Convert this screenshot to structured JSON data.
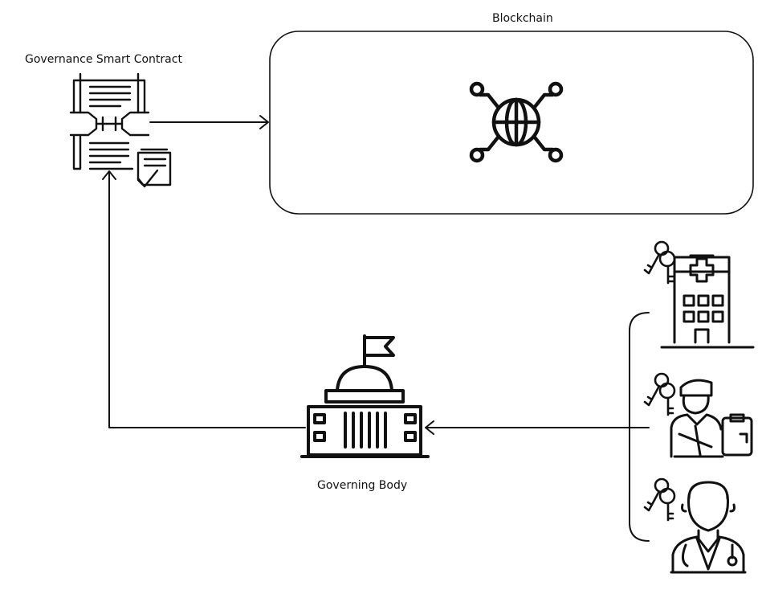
{
  "diagram": {
    "governance_contract_label": "Governance Smart Contract",
    "blockchain_label": "Blockchain",
    "governing_body_label": "Governing Body"
  },
  "icons": {
    "contract": "smart-contract-icon",
    "blockchain": "blockchain-network-icon",
    "governing_body": "government-building-icon",
    "hospital": "hospital-icon",
    "insurance_agent": "insurance-agent-icon",
    "doctor": "doctor-icon",
    "keys": "keys-icon"
  },
  "colors": {
    "stroke": "#111111",
    "background": "#ffffff"
  }
}
